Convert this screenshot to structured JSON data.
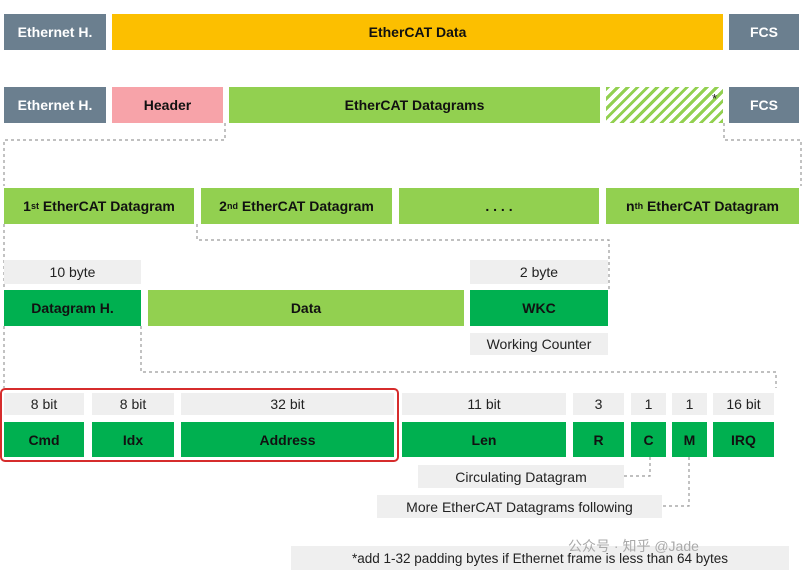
{
  "row1": {
    "eth": "Ethernet H.",
    "data": "EtherCAT Data",
    "fcs": "FCS"
  },
  "row2": {
    "eth": "Ethernet H.",
    "header": "Header",
    "datagrams": "EtherCAT Datagrams",
    "pad_marker": "*",
    "fcs": "FCS"
  },
  "row3": {
    "d1_num": "1",
    "d1_sup": "st",
    "d1_rest": " EtherCAT Datagram",
    "d2_num": "2",
    "d2_sup": "nd",
    "d2_rest": " EtherCAT Datagram",
    "dots": ". . . .",
    "dn_num": "n",
    "dn_sup": "th",
    "dn_rest": " EtherCAT Datagram"
  },
  "row4": {
    "size_header": "10 byte",
    "size_wkc": "2 byte",
    "header": "Datagram H.",
    "data": "Data",
    "wkc": "WKC",
    "wkc_label": "Working Counter"
  },
  "row5": {
    "bits": {
      "cmd": "8 bit",
      "idx": "8 bit",
      "address": "32 bit",
      "len": "11 bit",
      "r": "3",
      "c": "1",
      "m": "1",
      "irq": "16 bit"
    },
    "fields": {
      "cmd": "Cmd",
      "idx": "Idx",
      "address": "Address",
      "len": "Len",
      "r": "R",
      "c": "C",
      "m": "M",
      "irq": "IRQ"
    },
    "circulating": "Circulating Datagram",
    "more": "More EtherCAT Datagrams following"
  },
  "footnote": "*add 1-32 padding bytes if Ethernet frame is less than 64 bytes",
  "watermark": "公众号 · 知乎 @Jade",
  "colors": {
    "gray": "#6b7f8f",
    "yellow": "#fcbf00",
    "pink": "#f7a3a9",
    "light_green": "#92d050",
    "dark_green": "#00b050",
    "highlight": "#d62c2c"
  }
}
